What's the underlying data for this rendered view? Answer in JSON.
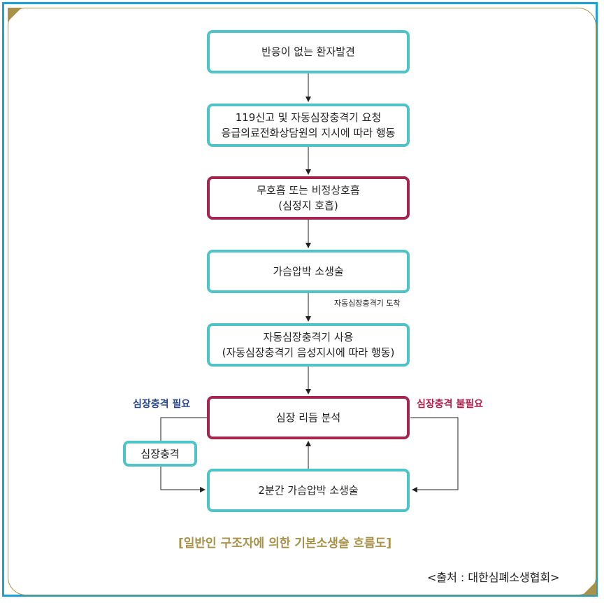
{
  "steps": {
    "s1": [
      "반응이 없는 환자발견"
    ],
    "s2": [
      "119신고 및 자동심장충격기 요청",
      "응급의료전화상담원의 지시에 따라 행동"
    ],
    "s3": [
      "무호흡 또는 비정상호흡",
      "(심정지 호흡)"
    ],
    "s4": [
      "가슴압박 소생술"
    ],
    "s5": [
      "자동심장충격기 사용",
      "(자동심장충격기 음성지시에 따라 행동)"
    ],
    "s6": [
      "심장 리듬 분석"
    ],
    "s7": [
      "2분간 가슴압박 소생술"
    ],
    "shock": [
      "심장충격"
    ]
  },
  "notes": {
    "aed_arrival": "자동심장충격기 도착",
    "shock_needed": "심장충격 필요",
    "shock_not_needed": "심장충격 불필요"
  },
  "caption": "[일반인 구조자에 의한 기본소생술 흐름도]",
  "source": "<출처 : 대한심폐소생협회>",
  "colors": {
    "teal_border": "#4fc3c8",
    "red_border": "#a3264f",
    "frame_blue": "#1aa2d8",
    "gold": "#a8924a",
    "label_blue": "#2c4a8a",
    "label_red": "#b11f4b"
  }
}
